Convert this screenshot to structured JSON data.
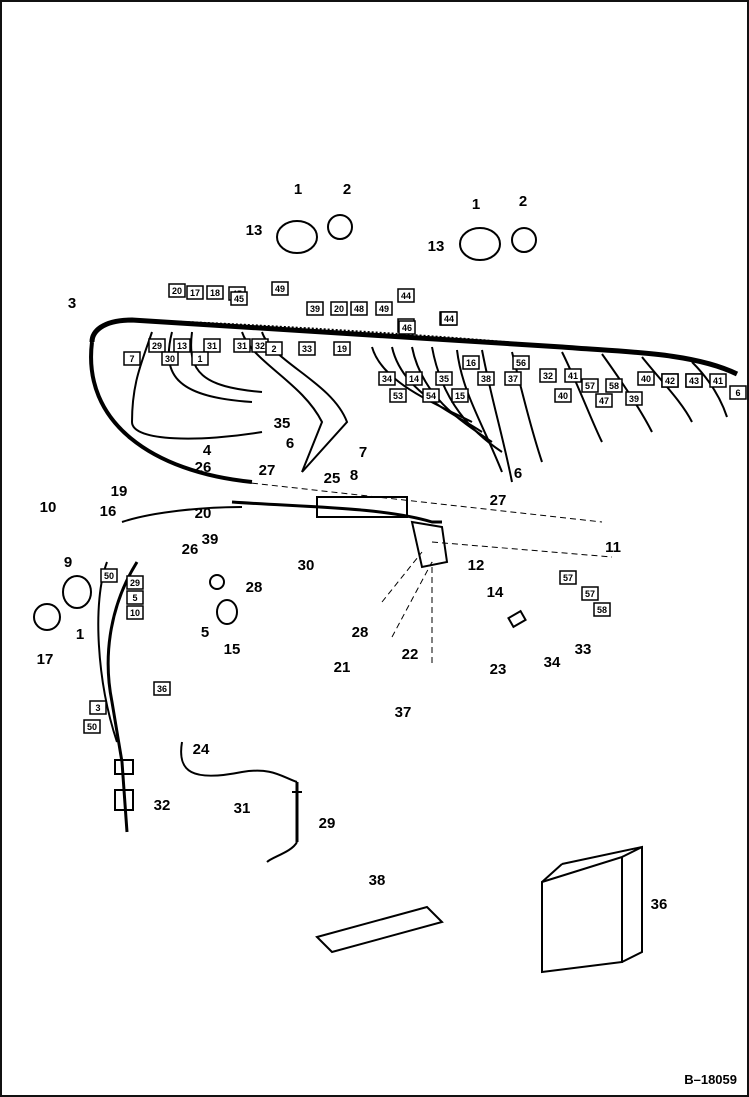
{
  "figure_id": "B–18059",
  "callouts": [
    {
      "id": "c1a",
      "label": "1"
    },
    {
      "id": "c2a",
      "label": "2"
    },
    {
      "id": "c1b",
      "label": "1"
    },
    {
      "id": "c2b",
      "label": "2"
    },
    {
      "id": "c13a",
      "label": "13"
    },
    {
      "id": "c13b",
      "label": "13"
    },
    {
      "id": "c3",
      "label": "3"
    },
    {
      "id": "c35",
      "label": "35"
    },
    {
      "id": "c4",
      "label": "4"
    },
    {
      "id": "c26a",
      "label": "26"
    },
    {
      "id": "c6a",
      "label": "6"
    },
    {
      "id": "c27a",
      "label": "27"
    },
    {
      "id": "c7",
      "label": "7"
    },
    {
      "id": "c8",
      "label": "8"
    },
    {
      "id": "c25",
      "label": "25"
    },
    {
      "id": "c6b",
      "label": "6"
    },
    {
      "id": "c27b",
      "label": "27"
    },
    {
      "id": "c11",
      "label": "11"
    },
    {
      "id": "c12",
      "label": "12"
    },
    {
      "id": "c10",
      "label": "10"
    },
    {
      "id": "c19",
      "label": "19"
    },
    {
      "id": "c16",
      "label": "16"
    },
    {
      "id": "c20",
      "label": "20"
    },
    {
      "id": "c9",
      "label": "9"
    },
    {
      "id": "c1c",
      "label": "1"
    },
    {
      "id": "c17",
      "label": "17"
    },
    {
      "id": "c39",
      "label": "39"
    },
    {
      "id": "c26b",
      "label": "26"
    },
    {
      "id": "c28a",
      "label": "28"
    },
    {
      "id": "c30",
      "label": "30"
    },
    {
      "id": "c5",
      "label": "5"
    },
    {
      "id": "c15",
      "label": "15"
    },
    {
      "id": "c14",
      "label": "14"
    },
    {
      "id": "c23",
      "label": "23"
    },
    {
      "id": "c34",
      "label": "34"
    },
    {
      "id": "c33",
      "label": "33"
    },
    {
      "id": "c28b",
      "label": "28"
    },
    {
      "id": "c21",
      "label": "21"
    },
    {
      "id": "c22",
      "label": "22"
    },
    {
      "id": "c37",
      "label": "37"
    },
    {
      "id": "c24",
      "label": "24"
    },
    {
      "id": "c31",
      "label": "31"
    },
    {
      "id": "c29",
      "label": "29"
    },
    {
      "id": "c32",
      "label": "32"
    },
    {
      "id": "c38",
      "label": "38"
    },
    {
      "id": "c36",
      "label": "36"
    }
  ],
  "wire_tags": [
    "20",
    "17",
    "18",
    "45",
    "49",
    "39",
    "20",
    "48",
    "49",
    "44",
    "46",
    "47",
    "29",
    "13",
    "31",
    "31",
    "32",
    "2",
    "33",
    "19",
    "7",
    "30",
    "1",
    "34",
    "14",
    "35",
    "16",
    "38",
    "37",
    "56",
    "32",
    "41",
    "57",
    "58",
    "53",
    "54",
    "15",
    "40",
    "47",
    "39",
    "40",
    "42",
    "43",
    "41",
    "6",
    "45",
    "46",
    "44",
    "43",
    "42",
    "50",
    "29",
    "5",
    "10",
    "36",
    "3",
    "50",
    "57",
    "57",
    "58"
  ]
}
